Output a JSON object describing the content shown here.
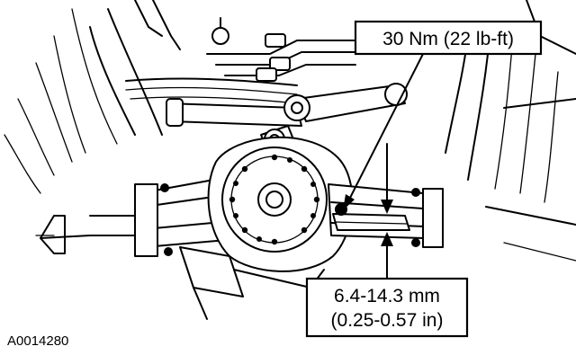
{
  "figure": {
    "callouts": {
      "torque_spec": "30 Nm (22 lb-ft)",
      "gap_metric": "6.4-14.3 mm",
      "gap_imperial": "(0.25-0.57 in)"
    },
    "figure_id": "A0014280"
  },
  "colors": {
    "line": "#000000",
    "background": "#ffffff"
  }
}
